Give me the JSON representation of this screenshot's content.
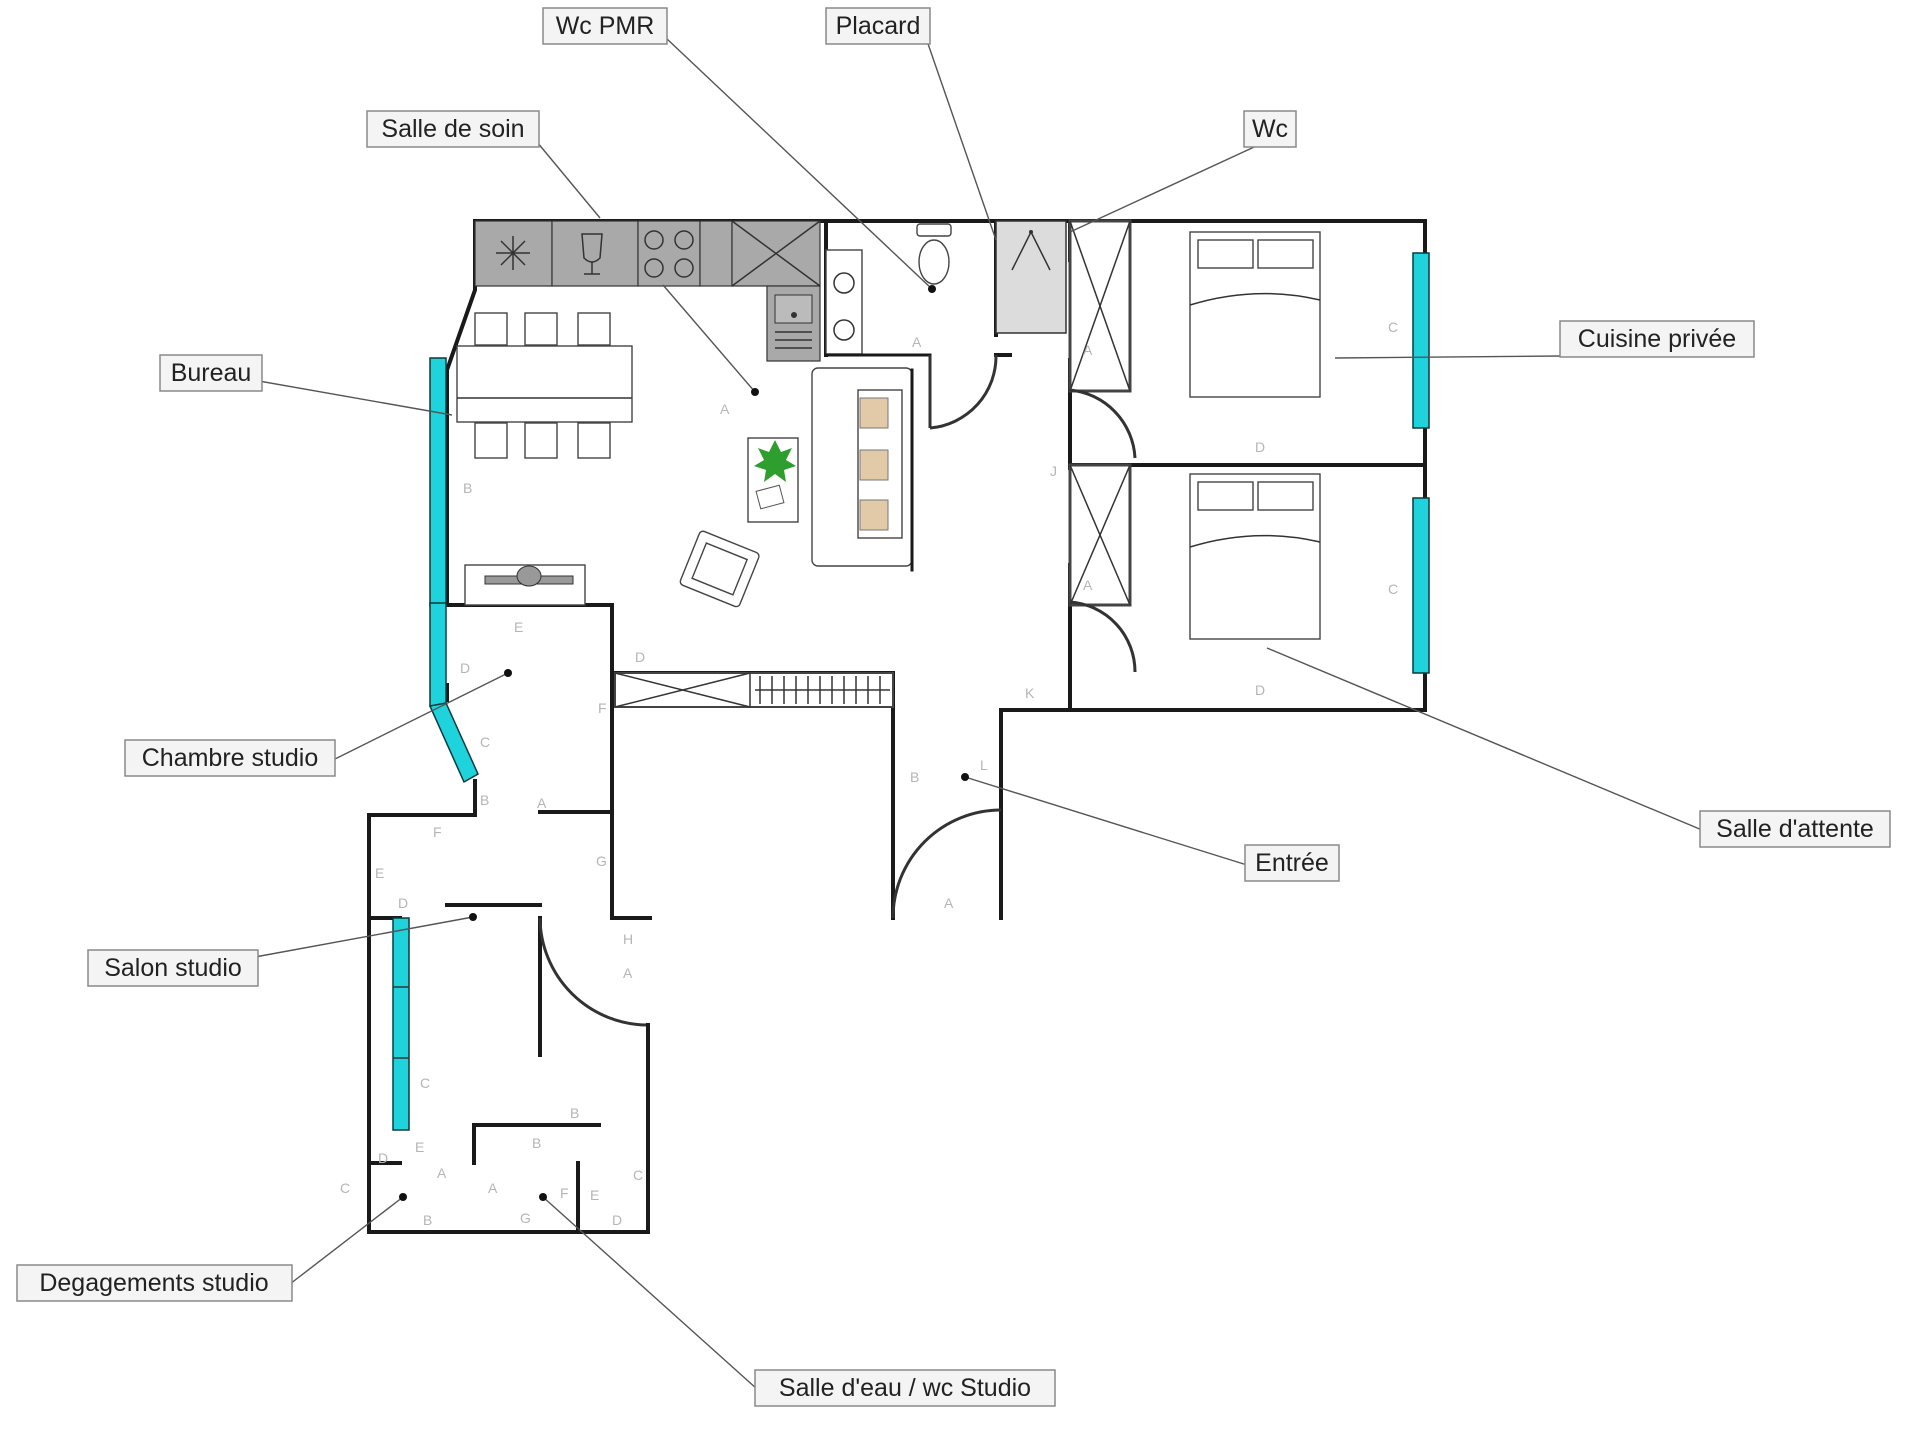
{
  "labels": {
    "wc_pmr": "Wc PMR",
    "placard": "Placard",
    "salle_de_soin": "Salle de soin",
    "wc": "Wc",
    "bureau": "Bureau",
    "cuisine_privee": "Cuisine privée",
    "chambre_studio": "Chambre studio",
    "salle_attente": "Salle d'attente",
    "entree": "Entrée",
    "salon_studio": "Salon studio",
    "degagements_studio": "Degagements studio",
    "salle_eau_wc_studio": "Salle d'eau / wc Studio"
  },
  "wall_letters": {
    "l1": "A",
    "l2": "B",
    "l3": "C",
    "l4": "D",
    "l5": "E",
    "l6": "F",
    "l7": "G",
    "l8": "H",
    "l9": "J",
    "l10": "K",
    "l11": "L"
  },
  "colors": {
    "window": "#1fd3dd",
    "wall": "#1a1a1a",
    "appliance": "#a9a9a9",
    "plant": "#2e9e2e",
    "cushion": "#e2c9a8"
  },
  "icons": [
    "snowflake-icon",
    "wine-glass-icon",
    "cooktop-icon",
    "sink-icon",
    "toilet-icon",
    "shower-icon",
    "bed-icon",
    "sofa-icon",
    "armchair-icon",
    "plant-icon",
    "tv-icon",
    "wardrobe-icon"
  ]
}
